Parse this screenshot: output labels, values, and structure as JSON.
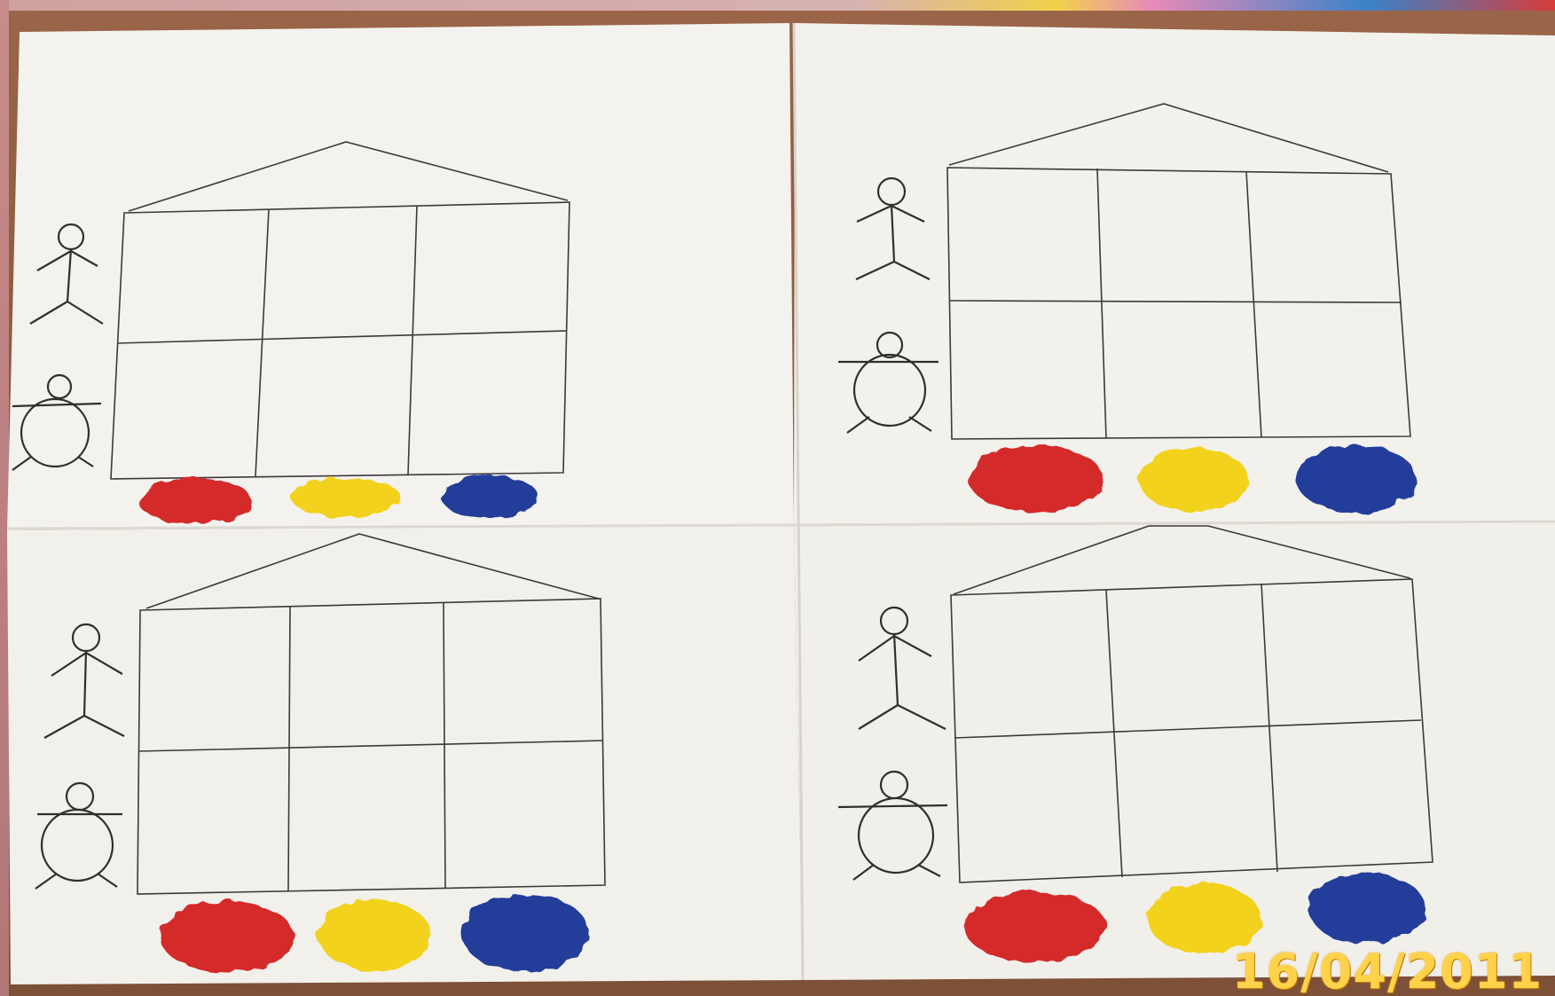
{
  "photo": {
    "date_stamp": "16/04/2011"
  },
  "sheets": [
    {
      "id": "top-left"
    },
    {
      "id": "top-right"
    },
    {
      "id": "bottom-left"
    },
    {
      "id": "bottom-right"
    }
  ],
  "colors": {
    "paper": "#f4f2ee",
    "ink": "#3a3a3a",
    "paint_red": "#d42a2a",
    "paint_yellow": "#f2d21a",
    "paint_blue": "#233c9a",
    "table_wood": "#8b5a3e"
  }
}
